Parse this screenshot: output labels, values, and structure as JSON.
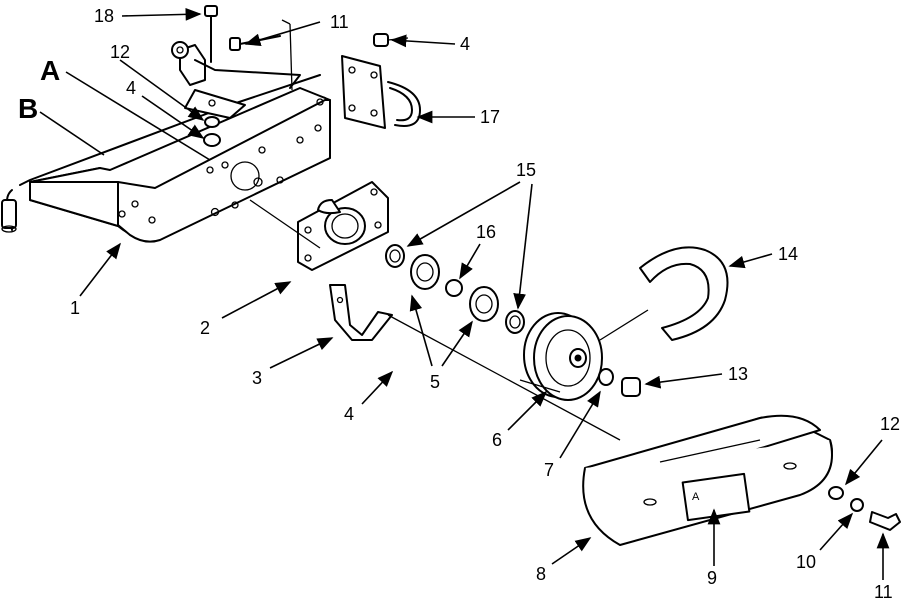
{
  "diagram": {
    "letters": {
      "a": "A",
      "b": "B"
    },
    "callouts": {
      "c18": "18",
      "c11_top": "11",
      "c4_top": "4",
      "c12_top": "12",
      "c4_mid": "4",
      "c17": "17",
      "c15": "15",
      "c16": "16",
      "c14": "14",
      "c1": "1",
      "c2": "2",
      "c3": "3",
      "c5": "5",
      "c4_bot": "4",
      "c13": "13",
      "c6": "6",
      "c7": "7",
      "c12_bot": "12",
      "c8": "8",
      "c9": "9",
      "c10": "10",
      "c11_bot": "11"
    },
    "decal_letter": "A"
  }
}
